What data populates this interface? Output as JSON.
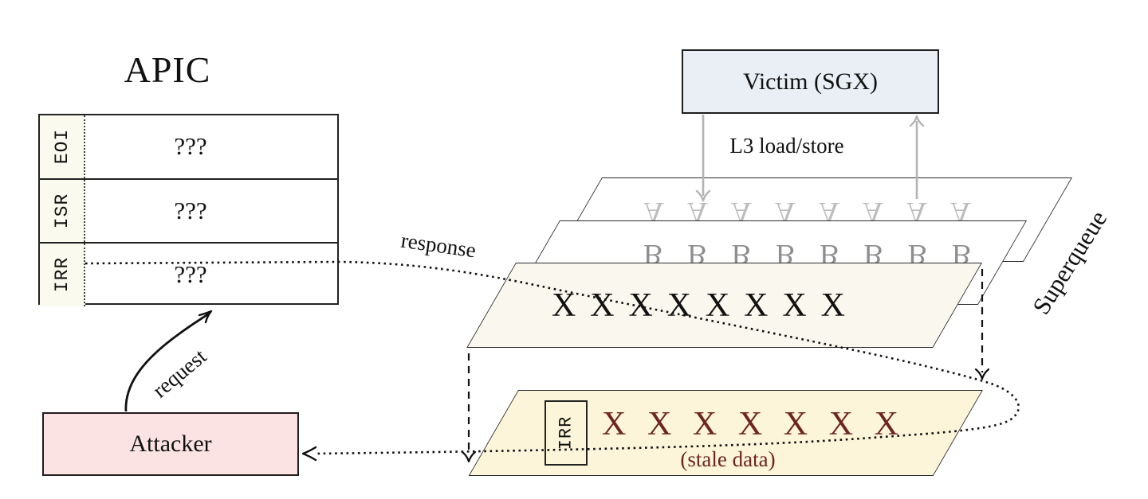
{
  "apic": {
    "title": "APIC",
    "registers": [
      {
        "label": "EOI",
        "value": "???"
      },
      {
        "label": "ISR",
        "value": "???"
      },
      {
        "label": "IRR",
        "value": "???"
      }
    ]
  },
  "victim": {
    "label": "Victim (SGX)"
  },
  "attacker": {
    "label": "Attacker"
  },
  "bus_label": "L3 load/store",
  "arrows": {
    "request_label": "request",
    "response_label": "response"
  },
  "superqueue": {
    "label": "Superqueue",
    "layers": [
      {
        "name": "back",
        "letters": "A A A A A A A A"
      },
      {
        "name": "middle",
        "letters": "B B B B B B B B"
      },
      {
        "name": "front",
        "letters": "X X X X X X X X"
      }
    ]
  },
  "stale_buffer": {
    "register_label": "IRR",
    "letters": "X X X X X X X",
    "caption": "(stale data)"
  },
  "colors": {
    "victim_fill": "#e9eff4",
    "attacker_fill": "#fbe3e3",
    "register_label_fill": "#fafaef",
    "front_plane_fill": "#faf8ee",
    "stale_plane_fill": "#fcf5da",
    "stale_text": "#6e2422",
    "gray_arrow": "#b4b4b4",
    "letter_a_gray": "#bdbdbd",
    "letter_b_gray": "#8e8e8e"
  }
}
